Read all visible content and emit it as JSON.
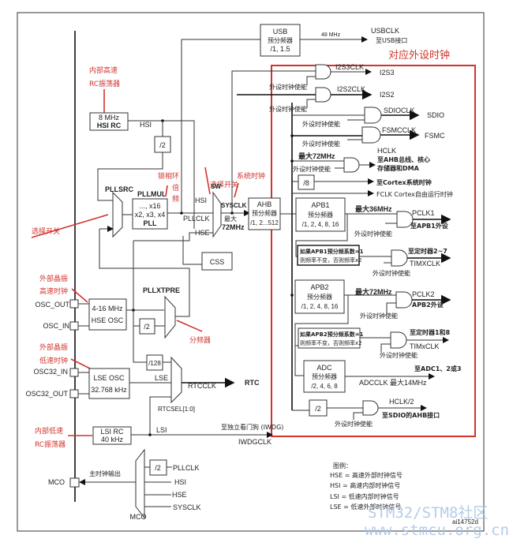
{
  "title_annotation": "对应外设时钟",
  "colors": {
    "annotation": "#d0342c",
    "frame": "#444444",
    "watermark": "#a9c4e4"
  },
  "annotations": {
    "hsi_rc": [
      "内部高速",
      "RC振荡器"
    ],
    "pll_mux": "选择开关",
    "pll": [
      "锁相环",
      "倍",
      "频"
    ],
    "sw": "选择开关",
    "sysclk": "系统时钟",
    "hse": [
      "外部晶振",
      "高速时钟"
    ],
    "lse": [
      "外部晶振",
      "低速时钟"
    ],
    "pllxtpre": "分频器",
    "lsi": [
      "内部低速",
      "RC振荡器"
    ]
  },
  "blocks": {
    "hsi_rc": [
      "8 MHz",
      "HSI RC"
    ],
    "hsi_div2": "/2",
    "pll": [
      "..., x16",
      "x2, x3, x4",
      "PLL"
    ],
    "pllsrc": "PLLSRC",
    "pllmul": "PLLMUL",
    "hse_osc": [
      "4-16 MHz",
      "HSE OSC"
    ],
    "hse_div2": "/2",
    "pllxtpre": "PLLXTPRE",
    "div128": "/128",
    "lse_osc": [
      "LSE OSC",
      "32.768 kHz"
    ],
    "lsi_rc": [
      "LSI RC",
      "40 kHz"
    ],
    "css": "CSS",
    "sw": "SW",
    "usb": [
      "USB",
      "预分频器",
      "/1, 1.5"
    ],
    "ahb": [
      "AHB",
      "预分频器",
      "/1, 2...512"
    ],
    "apb1": [
      "APB1",
      "预分频器",
      "/1, 2, 4, 8, 16"
    ],
    "apb2": [
      "APB2",
      "预分频器",
      "/1, 2, 4, 8, 16"
    ],
    "adc": [
      "ADC",
      "预分频器",
      "/2, 4, 6, 8"
    ],
    "tim1_cond": [
      "如果APB1预分频系数=1",
      "则频率不变，否则频率x2"
    ],
    "tim2_cond": [
      "如果APB2预分频系数=1",
      "则频率不变，否则频率x2"
    ],
    "cortex_div8": "/8",
    "sdio_div2": "/2",
    "mco_div2": "/2"
  },
  "pins": [
    "OSC_OUT",
    "OSC_IN",
    "OSC32_IN",
    "OSC32_OUT",
    "MCO"
  ],
  "signals": {
    "hsi": "HSI",
    "hse": "HSE",
    "pllclk": "PLLCLK",
    "sysclk": "SYSCLK",
    "max72": "最大",
    "max72b": "72MHz",
    "lse": "LSE",
    "lsi": "LSI",
    "rtcclk": "RTCCLK",
    "rtc": "RTC",
    "rtcsel": "RTCSEL[1:0]",
    "iwdg": "至独立看门狗 (IWDG)",
    "iwdgclk": "IWDGCLK",
    "usb_freq": "48 MHz",
    "usbclk": "USBCLK",
    "usb_dest": "至USB接口",
    "i2s3clk": "I2S3CLK",
    "i2s3": "I2S3",
    "i2s2clk": "I2S2CLK",
    "i2s2": "I2S2",
    "sdioclk": "SDIOCLK",
    "sdio": "SDIO",
    "fsmcclk": "FSMCCLK",
    "fsmc": "FSMC",
    "enable": "外设时钟使能",
    "hclk_max": "最大72MHz",
    "hclk": "HCLK",
    "hclk_dest1": "至AHB总线、核心",
    "hclk_dest2": "存储器和DMA",
    "cortex_sys": "至Cortex系统时钟",
    "fclk": "FCLK Cortex自由运行时钟",
    "apb1_max": "最大36MHz",
    "pclk1": "PCLK1",
    "pclk1_dest": "至APB1外设",
    "tim27_dest": "至定时器2~7",
    "timxclk1": "TIMXCLK",
    "apb2_max": "最大72MHz",
    "pclk2": "PCLK2",
    "pclk2_dest": "APB2外设",
    "tim18_dest": "至定时器1和8",
    "timxclk2": "TIMxCLK",
    "adc_dest": "至ADC1、2或3",
    "adcclk": "ADCCLK  最大14MHz",
    "hclk2": "HCLK/2",
    "hclk2_dest": "至SDIO的AHB接口",
    "mco_out": "主时钟输出",
    "mco_mux": "MCO",
    "mco_inputs": [
      "PLLCLK",
      "HSI",
      "HSE",
      "SYSCLK"
    ]
  },
  "legend": {
    "title": "图例：",
    "items": [
      "HSE = 高速外部时钟信号",
      "HSI = 高速内部时钟信号",
      "LSI = 低速内部时钟信号",
      "LSE = 低速外部时钟信号"
    ]
  },
  "figure_id": "ai14752d",
  "watermark": [
    "STM32/STM8社区",
    "www.stmcu.org.cn"
  ]
}
